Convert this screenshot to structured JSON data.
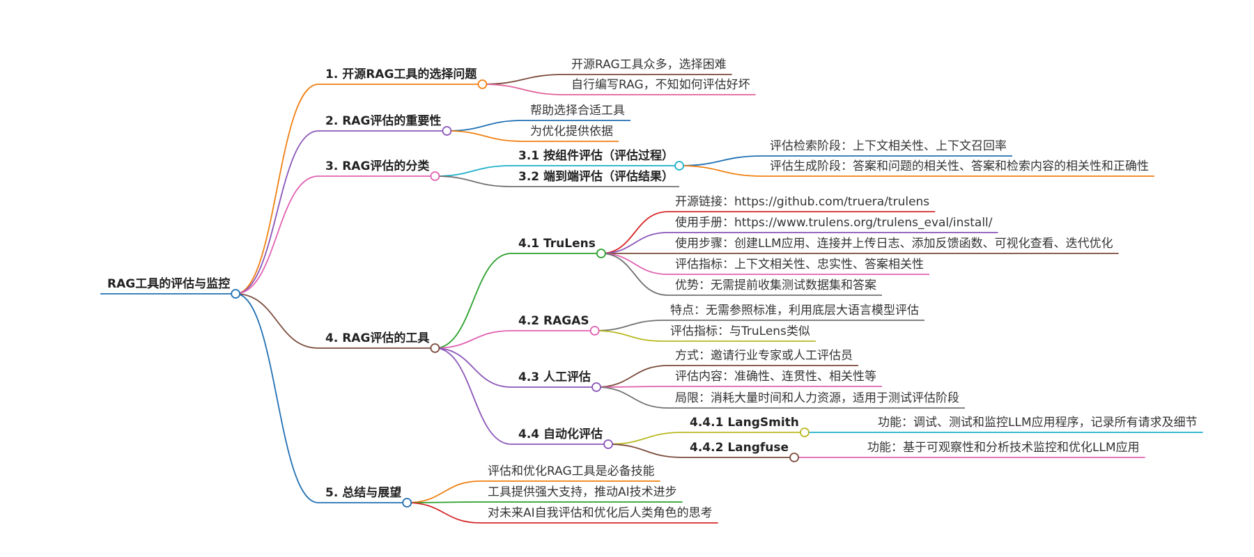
{
  "mindmap": {
    "root": {
      "text": "RAG工具的评估与监控",
      "color": "#1f6fb3"
    },
    "nodes": [
      {
        "id": "n1",
        "text": "1. 开源RAG工具的选择问题",
        "color": "#f07f10",
        "children": [
          {
            "text": "开源RAG工具众多，选择困难",
            "color": "#7a4a3a"
          },
          {
            "text": "自行编写RAG，不知如何评估好坏",
            "color": "#e0609a"
          }
        ]
      },
      {
        "id": "n2",
        "text": "2. RAG评估的重要性",
        "color": "#8a55b8",
        "children": [
          {
            "text": "帮助选择合适工具",
            "color": "#1f6fb3"
          },
          {
            "text": "为优化提供依据",
            "color": "#f07f10"
          }
        ]
      },
      {
        "id": "n3",
        "text": "3. RAG评估的分类",
        "color": "#e060b0",
        "children": [
          {
            "text": "3.1 按组件评估（评估过程）",
            "color": "#1aafc8",
            "children": [
              {
                "text": "评估检索阶段：上下文相关性、上下文召回率",
                "color": "#1f6fb3"
              },
              {
                "text": "评估生成阶段：答案和问题的相关性、答案和检索内容的相关性和正确性",
                "color": "#f07f10"
              }
            ]
          },
          {
            "text": "3.2 端到端评估（评估结果）",
            "color": "#707070"
          }
        ]
      },
      {
        "id": "n4",
        "text": "4. RAG评估的工具",
        "color": "#7a4a3a",
        "children": [
          {
            "text": "4.1 TruLens",
            "color": "#2aa02a",
            "children": [
              {
                "text": "开源链接：https://github.com/truera/trulens",
                "color": "#d62728"
              },
              {
                "text": "使用手册：https://www.trulens.org/trulens_eval/install/",
                "color": "#8a55b8"
              },
              {
                "text": "使用步骤：创建LLM应用、连接并上传日志、添加反馈函数、可视化查看、迭代优化",
                "color": "#7a4a3a"
              },
              {
                "text": "评估指标：上下文相关性、忠实性、答案相关性",
                "color": "#e060b0"
              },
              {
                "text": "优势：无需提前收集测试数据集和答案",
                "color": "#707070"
              }
            ]
          },
          {
            "text": "4.2 RAGAS",
            "color": "#e060b0",
            "children": [
              {
                "text": "特点：无需参照标准，利用底层大语言模型评估",
                "color": "#707070"
              },
              {
                "text": "评估指标：与TruLens类似",
                "color": "#b8b820"
              }
            ]
          },
          {
            "text": "4.3 人工评估",
            "color": "#8a55b8",
            "children": [
              {
                "text": "方式：邀请行业专家或人工评估员",
                "color": "#7a4a3a"
              },
              {
                "text": "评估内容：准确性、连贯性、相关性等",
                "color": "#e060b0"
              },
              {
                "text": "局限：消耗大量时间和人力资源，适用于测试评估阶段",
                "color": "#707070"
              }
            ]
          },
          {
            "text": "4.4 自动化评估",
            "color": "#8a55b8",
            "children": [
              {
                "text": "4.4.1 LangSmith",
                "color": "#b8b820",
                "children": [
                  {
                    "text": "功能：调试、测试和监控LLM应用程序，记录所有请求及细节",
                    "color": "#1aafc8"
                  }
                ]
              },
              {
                "text": "4.4.2 Langfuse",
                "color": "#7a4a3a",
                "children": [
                  {
                    "text": "功能：基于可观察性和分析技术监控和优化LLM应用",
                    "color": "#e060b0"
                  }
                ]
              }
            ]
          }
        ]
      },
      {
        "id": "n5",
        "text": "5. 总结与展望",
        "color": "#1f6fb3",
        "children": [
          {
            "text": "评估和优化RAG工具是必备技能",
            "color": "#f07f10"
          },
          {
            "text": "工具提供强大支持，推动AI技术进步",
            "color": "#2aa02a"
          },
          {
            "text": "对未来AI自我评估和优化后人类角色的思考",
            "color": "#d62728"
          }
        ]
      }
    ]
  }
}
